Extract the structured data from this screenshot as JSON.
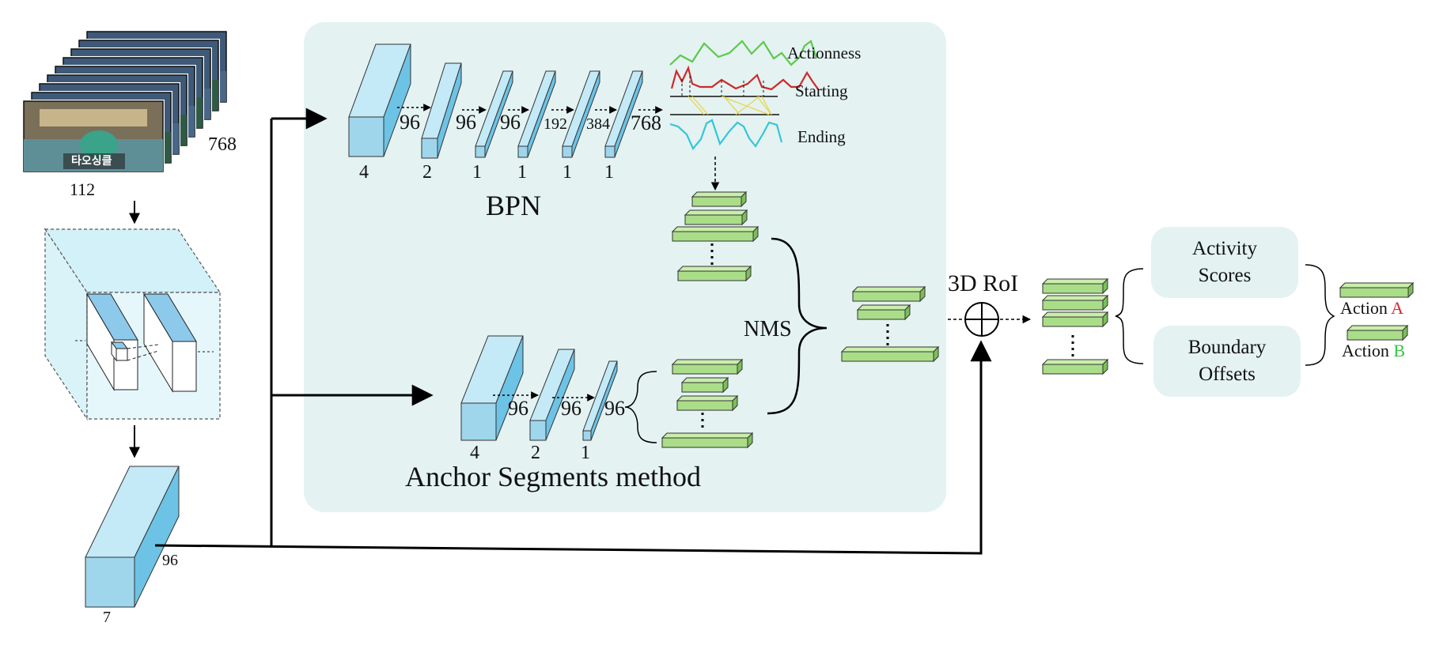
{
  "input_video": {
    "height_label": "112",
    "frames_label": "768",
    "frame_caption": "타오싱클"
  },
  "feature_block": {
    "depth_label": "96",
    "width_label": "7"
  },
  "bpn": {
    "title": "BPN",
    "channel_labels": [
      "96",
      "96",
      "96",
      "192",
      "384",
      "768"
    ],
    "size_labels": [
      "4",
      "2",
      "1",
      "1",
      "1",
      "1"
    ],
    "curves": {
      "actionness": "Actionness",
      "starting": "Starting",
      "ending": "Ending"
    },
    "curve_colors": {
      "actionness": "#5cc94a",
      "starting": "#cc2b2b",
      "ending": "#35c6d6",
      "links": "#e6d84a"
    }
  },
  "anchor": {
    "title": "Anchor Segments method",
    "channel_labels": [
      "96",
      "96",
      "96"
    ],
    "size_labels": [
      "4",
      "2",
      "1"
    ]
  },
  "nms_label": "NMS",
  "roi_label": "3D RoI",
  "heads": {
    "activity": {
      "line1": "Activity",
      "line2": "Scores"
    },
    "boundary": {
      "line1": "Boundary",
      "line2": "Offsets"
    }
  },
  "actions": [
    {
      "prefix": "Action ",
      "letter": "A",
      "letter_color": "#e0242c"
    },
    {
      "prefix": "Action ",
      "letter": "B",
      "letter_color": "#34c540"
    }
  ],
  "colors": {
    "panel": "#e4f2f2",
    "cuboid_front": "#9fd6ec",
    "cuboid_top": "#c4e9f7",
    "cuboid_side": "#6cc3e6",
    "proposal": "#aadd88",
    "proposal_top": "#c9eeab",
    "head_box": "#e4f2f2"
  }
}
